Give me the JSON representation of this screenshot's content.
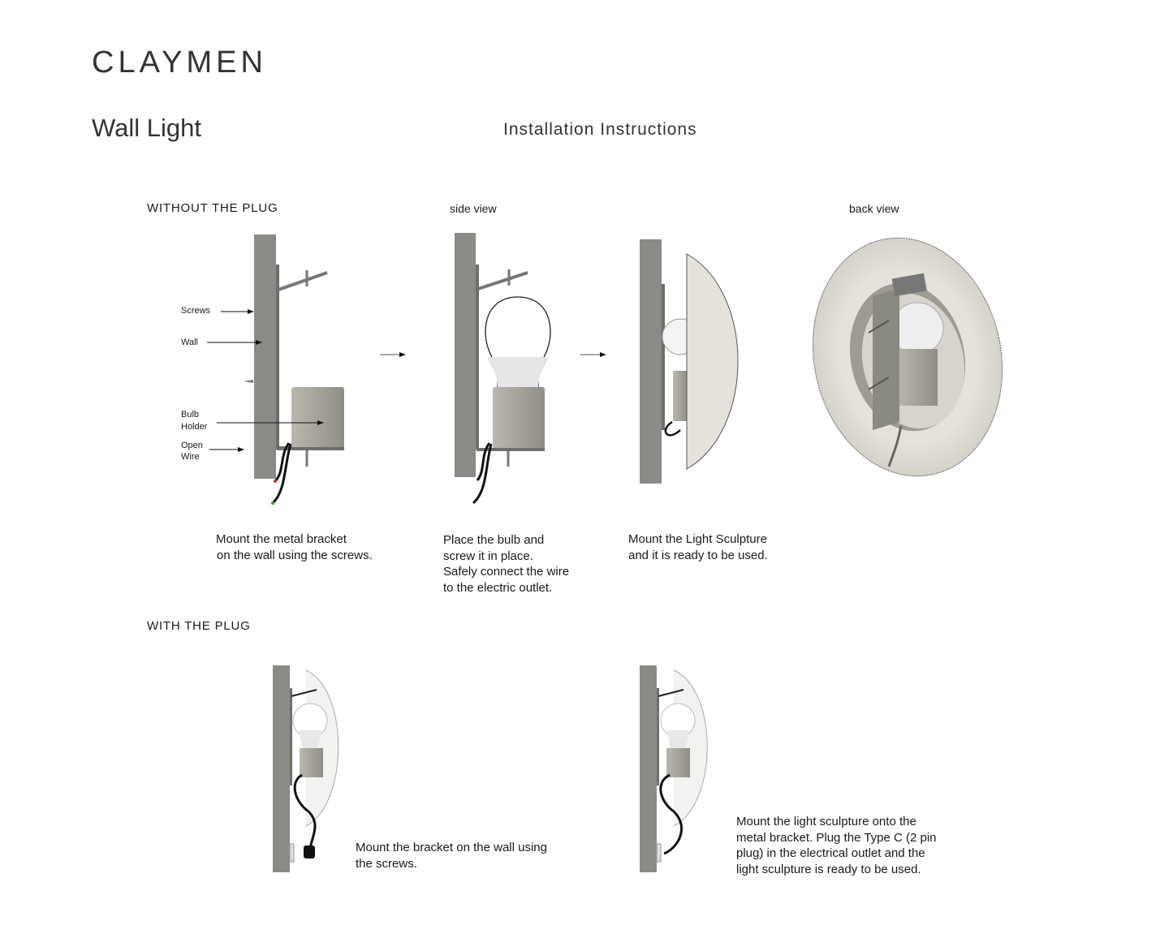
{
  "brand": "CLAYMEN",
  "title": "Wall Light",
  "subtitle": "Installation Instructions",
  "section_without": {
    "heading": "WITHOUT THE PLUG",
    "side_view": "side view",
    "back_view": "back view",
    "labels": {
      "screws": "Screws",
      "wall": "Wall",
      "bulb": "Bulb",
      "holder": "Holder",
      "open": "Open",
      "wire": "Wire"
    },
    "steps": [
      {
        "lines": [
          "Mount the metal bracket",
          "on the wall using the screws."
        ]
      },
      {
        "lines": [
          "Place the bulb and",
          "screw it in place.",
          "Safely connect the wire",
          "to the electric outlet."
        ]
      },
      {
        "lines": [
          "Mount the Light Sculpture",
          "and it is ready to be used."
        ]
      }
    ]
  },
  "section_with": {
    "heading": "WITH THE PLUG",
    "steps": [
      {
        "lines": [
          "Mount the bracket on the wall using",
          "the screws."
        ]
      },
      {
        "lines": [
          "Mount the light sculpture onto the",
          "metal bracket. Plug the Type C (2 pin",
          "plug) in the electrical outlet and the",
          "light sculpture is ready to be used."
        ]
      }
    ]
  },
  "colors": {
    "wall": "#8a8a86",
    "bracket": "#6e6e6a",
    "holder": "#a9a79f",
    "shade": "#e2e0d8"
  }
}
